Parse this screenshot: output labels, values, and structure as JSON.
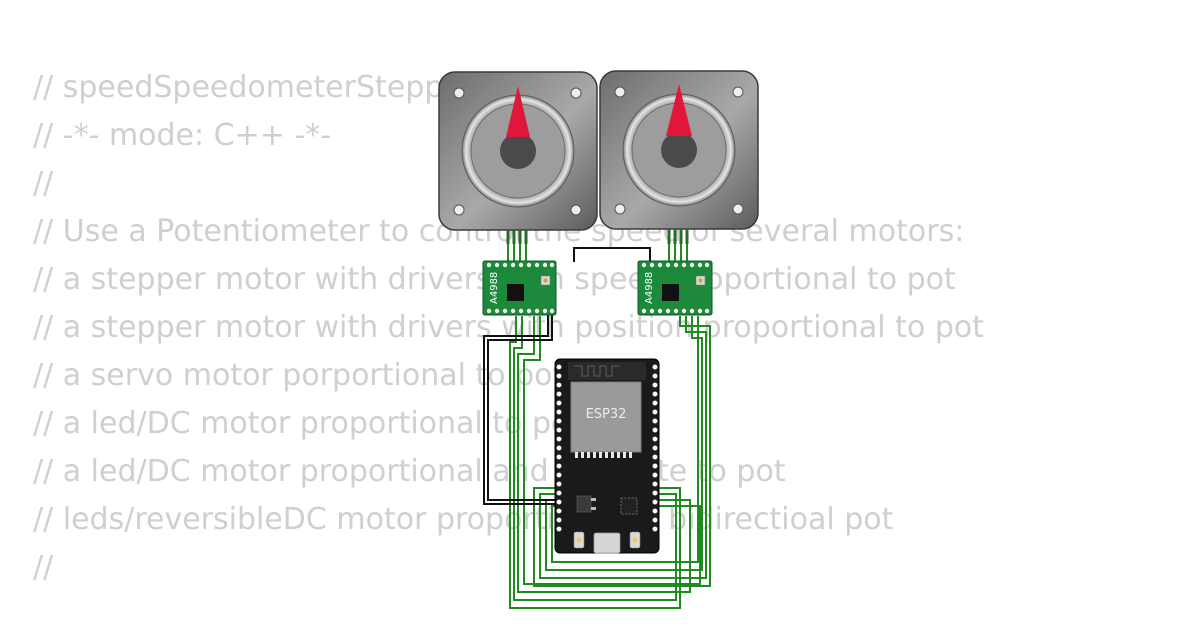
{
  "code_lines": [
    "// speedSpeedometerStepper.ino",
    "// -*- mode: C++ -*-",
    "//",
    "// Use a Potentiometer to control the speed of several motors:",
    "// a stepper motor with drivers with speed proportional to pot",
    "// a stepper motor with drivers with position proportional to pot",
    "// a servo motor porportional to pot",
    "// a led/DC motor proportional to pot",
    "// a led/DC motor proportional and opposite to pot",
    "// leds/reversibleDC motor proportional to bidirectioal pot",
    "//"
  ],
  "components": {
    "stepper_1": {
      "type": "stepper-motor"
    },
    "stepper_2": {
      "type": "stepper-motor"
    },
    "driver_1": {
      "label": "A4988"
    },
    "driver_2": {
      "label": "A4988"
    },
    "mcu": {
      "label": "ESP32"
    }
  },
  "colors": {
    "code_text": "#cfcfcf",
    "wire_green": "#1f8a1f",
    "wire_black": "#111111",
    "driver_pcb": "#1d8a3b",
    "needle": "#e0163a",
    "esp32_board": "#1a1a1a",
    "esp32_module": "#9a9a9a"
  }
}
